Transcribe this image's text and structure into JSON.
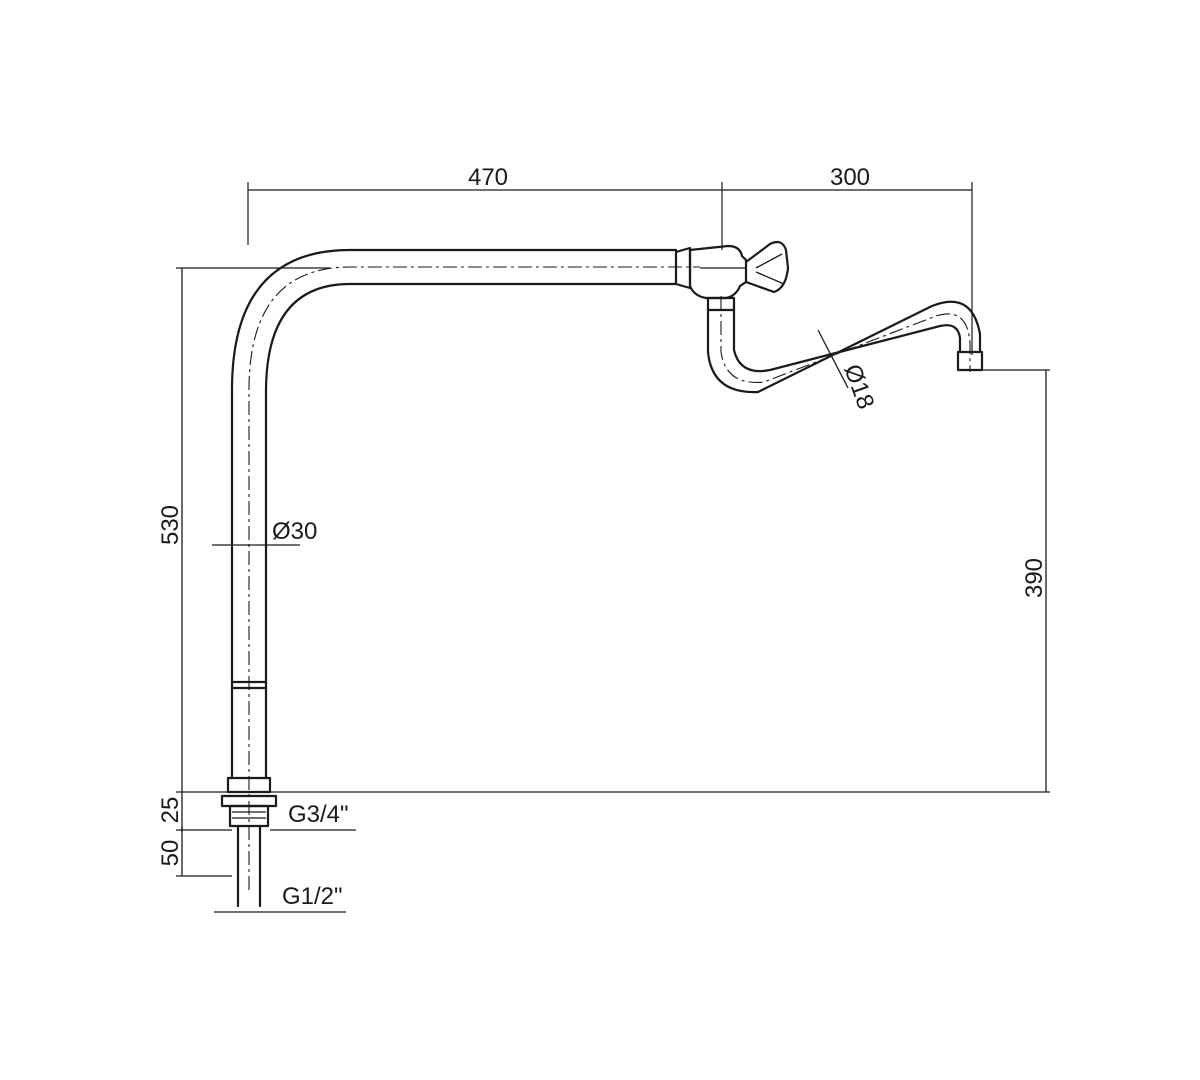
{
  "dimensions": {
    "horizontal_arm": "470",
    "spout_reach": "300",
    "riser_height": "530",
    "spout_height": "390",
    "thread_length": "25",
    "tail_length": "50",
    "riser_diameter": "Ø30",
    "spout_diameter": "Ø18",
    "upper_thread": "G3/4\"",
    "lower_thread": "G1/2\""
  }
}
